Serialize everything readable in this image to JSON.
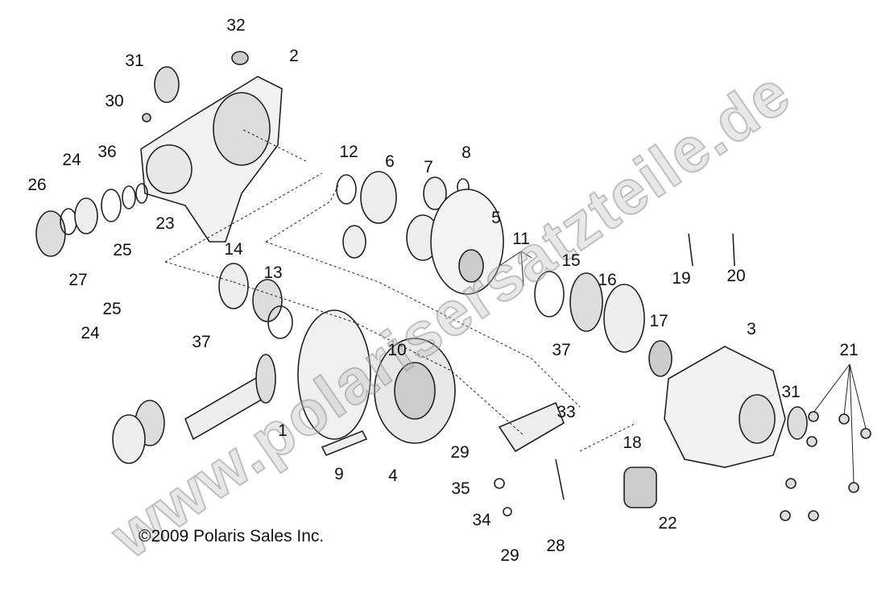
{
  "copyright": "©2009 Polaris Sales Inc.",
  "watermark": "www.polarisersatzteile.de",
  "callouts": [
    "32",
    "31",
    "2",
    "30",
    "36",
    "24",
    "26",
    "23",
    "25",
    "27",
    "12",
    "6",
    "7",
    "8",
    "5",
    "11",
    "14",
    "13",
    "15",
    "16",
    "19",
    "20",
    "17",
    "3",
    "37",
    "37",
    "10",
    "21",
    "25",
    "24",
    "1",
    "9",
    "4",
    "33",
    "29",
    "35",
    "34",
    "29",
    "28",
    "22",
    "18",
    "31"
  ]
}
